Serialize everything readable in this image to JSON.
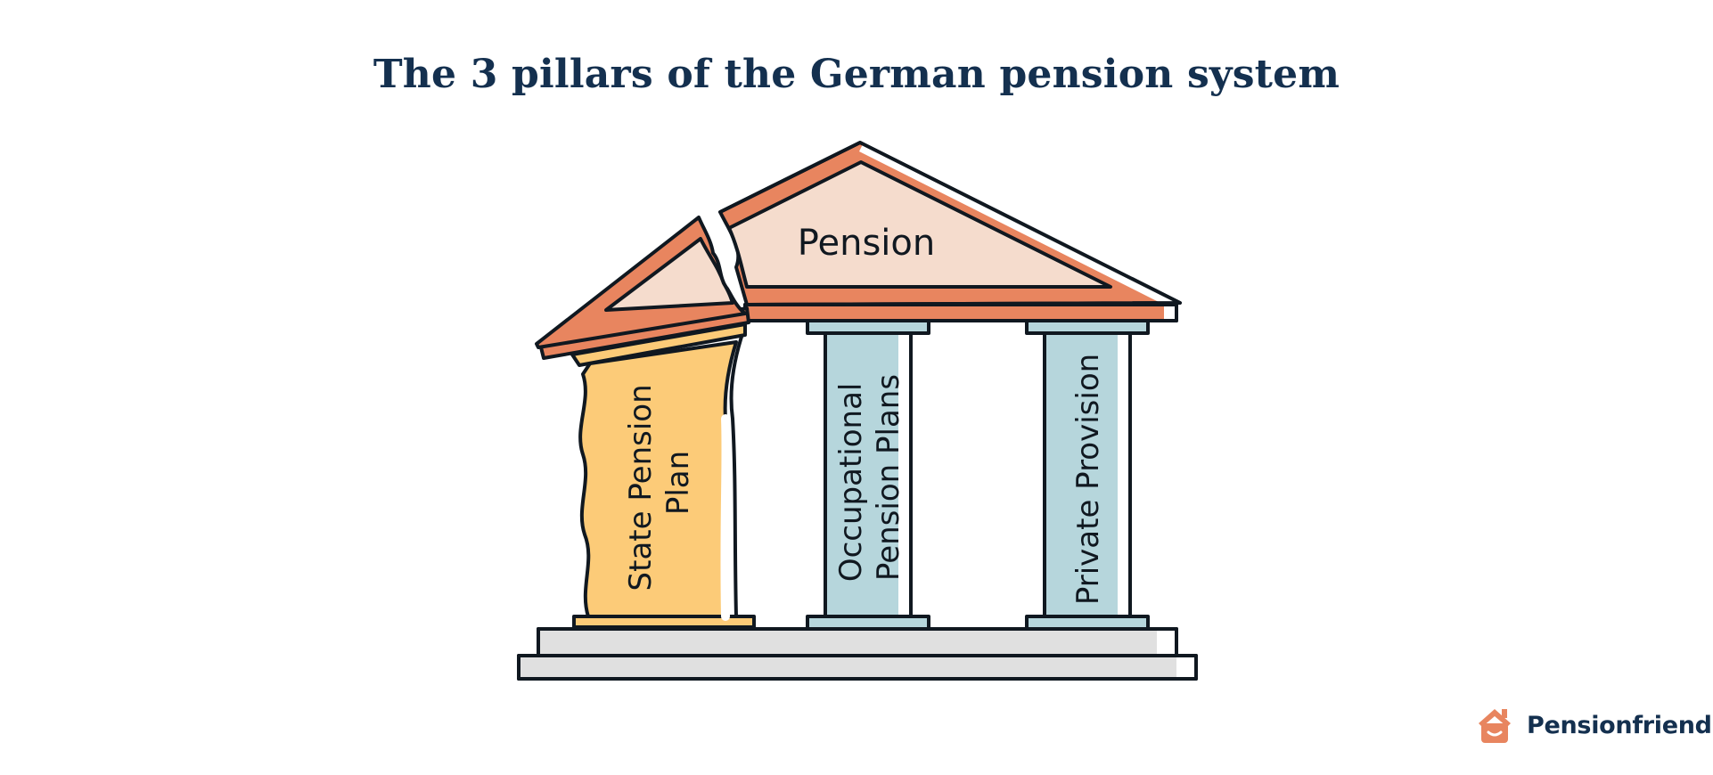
{
  "title": "The 3 pillars of the German pension system",
  "roof_label": "Pension",
  "pillars": [
    {
      "line1": "State Pension",
      "line2": "Plan",
      "status": "crumbling"
    },
    {
      "line1": "Occupational",
      "line2": "Pension Plans",
      "status": "intact"
    },
    {
      "line1": "Private Provision",
      "line2": "",
      "status": "intact"
    }
  ],
  "brand": {
    "name": "Pensionfriend",
    "icon": "house-smile-icon"
  },
  "colors": {
    "title": "#14304f",
    "roof_orange": "#e8855f",
    "roof_pink": "#f5dccd",
    "state_pillar": "#fccb78",
    "pillar_blue": "#b6d6dc",
    "base_grey": "#e0e0e0",
    "outline": "#101820"
  }
}
